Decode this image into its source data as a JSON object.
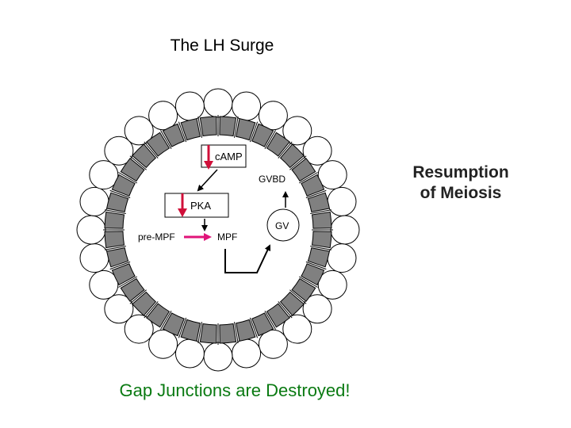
{
  "title": "The LH Surge",
  "side_label_line1": "Resumption",
  "side_label_line2": "of Meiosis",
  "labels": {
    "camp": "cAMP",
    "pka": "PKA",
    "gvbd": "GVBD",
    "gv": "GV",
    "pre_mpf": "pre-MPF",
    "mpf": "MPF"
  },
  "footer": "Gap Junctions are Destroyed!",
  "colors": {
    "down_arrow": "#d0103a",
    "conversion_arrow": "#e0147a",
    "footer_text": "#0a7a12",
    "junction_fill": "#808080"
  }
}
